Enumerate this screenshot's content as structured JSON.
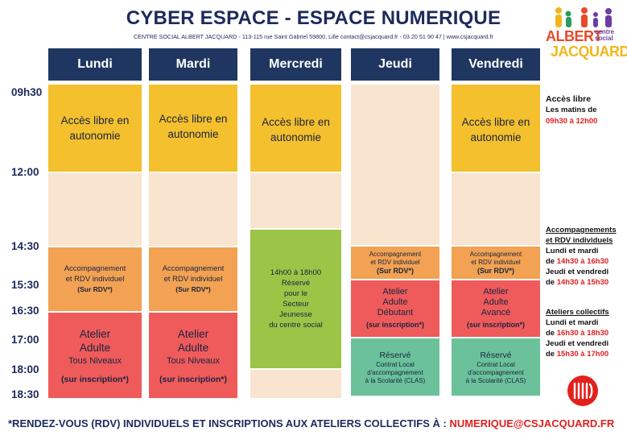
{
  "header": {
    "title": "CYBER ESPACE - ESPACE NUMERIQUE",
    "subtitle": "CENTRE SOCIAL ALBERT JACQUARD - 113-115 rue Saint Gabriel 59800, Lille contact@csjacquard.fr  - 03 20 51 90 47 | www.csjacquard.fr"
  },
  "logo": {
    "line1": "ALBERT",
    "line2": "JACQUARD",
    "small1": "centre",
    "small2": "social",
    "colors": [
      "#e84a2a",
      "#f2b61c",
      "#6a3ea1",
      "#2a9d5c"
    ]
  },
  "times": [
    "09h30",
    "12:00",
    "14:30",
    "15:30",
    "16:30",
    "17:00",
    "18:00",
    "18:30"
  ],
  "days": [
    "Lundi",
    "Mardi",
    "Mercredi",
    "Jeudi",
    "Vendredi"
  ],
  "blocks": {
    "acces_libre": [
      "Accès libre en",
      "autonomie"
    ],
    "accompagnement": [
      "Accompagnement",
      "et RDV individuel",
      "(Sur RDV*)"
    ],
    "atelier_lun_mar": [
      "Atelier",
      "Adulte",
      "Tous Niveaux",
      "(sur inscription*)"
    ],
    "mercredi_jeunesse": [
      "14h00 à 18h00",
      "Réservé",
      "pour le",
      "Secteur",
      "Jeunesse",
      "du centre social"
    ],
    "atelier_debutant": [
      "Atelier",
      "Adulte",
      "Débutant",
      "(sur inscription*)"
    ],
    "atelier_avance": [
      "Atelier",
      "Adulte",
      "Avancé",
      "(sur inscription*)"
    ],
    "clas": [
      "Réservé",
      "Contrat Local",
      "d'accompagnement",
      "à la Scolarité (CLAS)"
    ]
  },
  "side": {
    "acces_title": "Accès libre",
    "acces_line": "Les matins de",
    "acces_hours": "09h30 à 12h00",
    "accomp_title1": "Accompagnements",
    "accomp_title2": "et RDV individuels",
    "accomp_line1": "Lundi et mardi",
    "accomp_line1b": "de",
    "accomp_hours1": "14h30 à 16h30",
    "accomp_line2": "Jeudi et vendredi",
    "accomp_line2b": "de",
    "accomp_hours2": "14h30 à 15h30",
    "ateliers_title": "Ateliers collectifs",
    "ateliers_line1": "Lundi et mardi",
    "ateliers_line1b": "de",
    "ateliers_hours1": "16h30 à 18h30",
    "ateliers_line2": "Jeudi et vendredi",
    "ateliers_line2b": "de",
    "ateliers_hours2": "15h30 à 17h00"
  },
  "footer": {
    "text": "*RENDEZ-VOUS (RDV)  INDIVIDUELS ET INSCRIPTIONS AUX ATELIERS COLLECTIFS À : ",
    "email": "NUMERIQUE@CSJACQUARD.FR"
  },
  "city_logo": "lille"
}
